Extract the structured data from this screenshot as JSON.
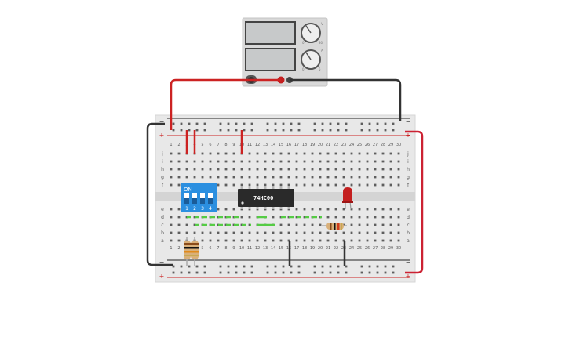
{
  "power_supply": {
    "knob_labels": [
      [
        "0",
        "30",
        "V"
      ],
      [
        "0",
        "5",
        "A"
      ]
    ]
  },
  "breadboard": {
    "column_count": 30,
    "row_letters_top": [
      "j",
      "i",
      "h",
      "g",
      "f"
    ],
    "row_letters_bottom": [
      "e",
      "d",
      "c",
      "b",
      "a"
    ],
    "rail_plus": "+",
    "rail_minus": "−"
  },
  "dip_switch": {
    "on_label": "ON",
    "numbers": [
      "1",
      "2",
      "3",
      "4"
    ]
  },
  "ic_chip": {
    "label": "74HC00"
  },
  "colors": {
    "wire_red": "#cc2222",
    "wire_black": "#333333",
    "wire_green": "#55cc44",
    "board": "#e8e8e8",
    "dip_blue": "#2b8fe0",
    "chip": "#2a2a2a",
    "led_red": "#c41f1f"
  }
}
